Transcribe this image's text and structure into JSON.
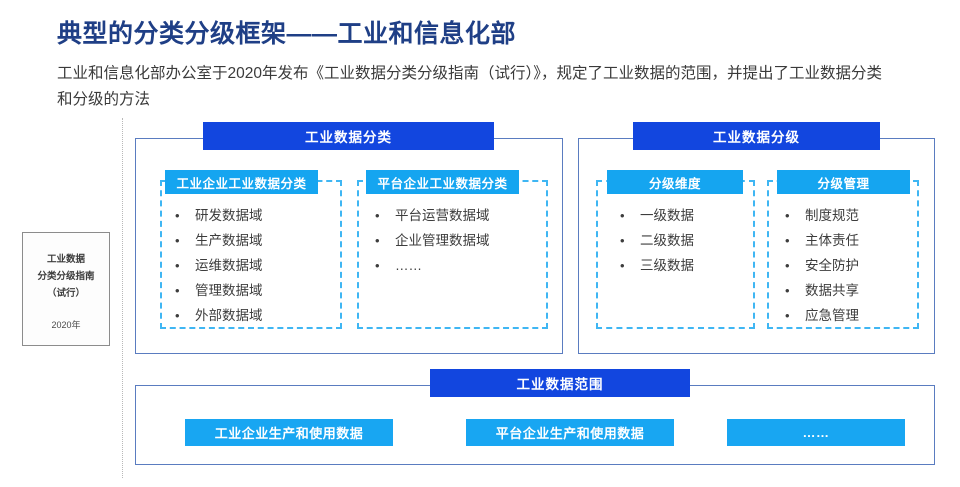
{
  "header": {
    "title": "典型的分类分级框架——工业和信息化部",
    "subtitle": "工业和信息化部办公室于2020年发布《工业数据分类分级指南（试行）》，规定了工业数据的范围，并提出了工业数据分类和分级的方法"
  },
  "document_card": {
    "line1": "工业数据",
    "line2": "分类分级指南",
    "line3": "（试行）",
    "year": "2020年"
  },
  "panels": {
    "classification": {
      "title": "工业数据分类",
      "groups": [
        {
          "title": "工业企业工业数据分类",
          "items": [
            "研发数据域",
            "生产数据域",
            "运维数据域",
            "管理数据域",
            "外部数据域"
          ]
        },
        {
          "title": "平台企业工业数据分类",
          "items": [
            "平台运营数据域",
            "企业管理数据域",
            "……"
          ]
        }
      ]
    },
    "grading": {
      "title": "工业数据分级",
      "groups": [
        {
          "title": "分级维度",
          "items": [
            "一级数据",
            "二级数据",
            "三级数据"
          ]
        },
        {
          "title": "分级管理",
          "items": [
            "制度规范",
            "主体责任",
            "安全防护",
            "数据共享",
            "应急管理"
          ]
        }
      ]
    },
    "scope": {
      "title": "工业数据范围",
      "chips": [
        "工业企业生产和使用数据",
        "平台企业生产和使用数据",
        "……"
      ]
    }
  },
  "bullet_glyph": "•",
  "colors": {
    "title_navy": "#1f3f86",
    "panel_header_blue": "#1246df",
    "group_header_cyan": "#15a5f0",
    "chip_cyan": "#18a6f2",
    "panel_border": "#5a7cc0",
    "dashed_border": "#3fb6f3"
  }
}
